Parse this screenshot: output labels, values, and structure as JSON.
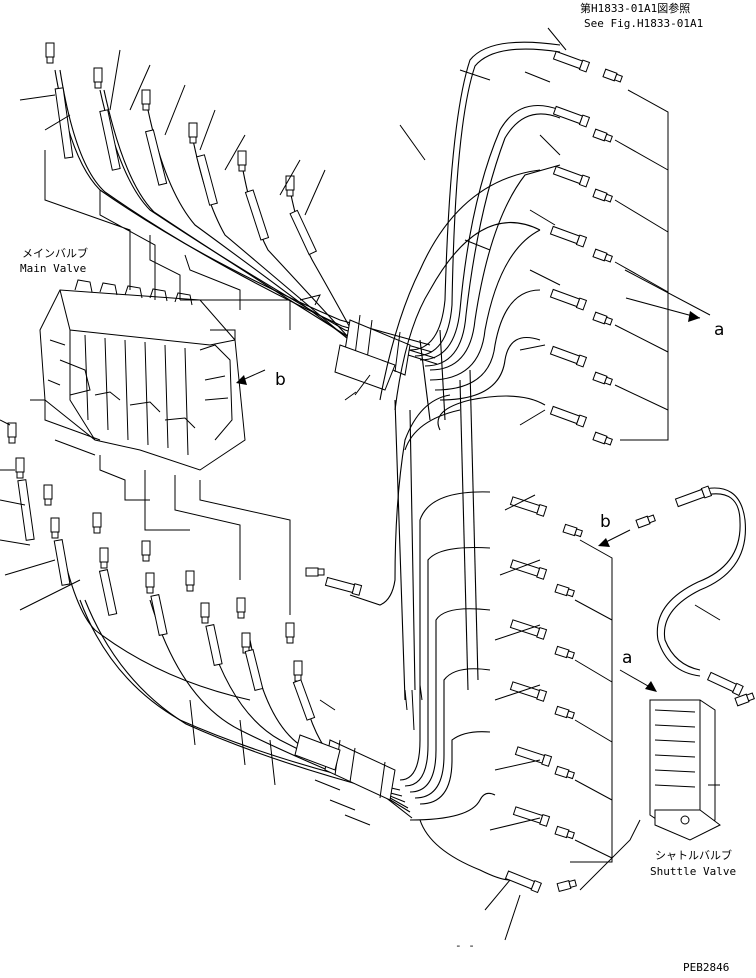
{
  "ref_note": {
    "line1": "第H1833-01A1図参照",
    "line2": "See Fig.H1833-01A1"
  },
  "labels": {
    "main_valve_jp": "メインバルブ",
    "main_valve_en": "Main Valve",
    "shuttle_valve_jp": "シャトルバルブ",
    "shuttle_valve_en": "Shuttle Valve",
    "marker_a": "a",
    "marker_b": "b",
    "page_code": "PEB2846",
    "bottom_mark": "- -"
  },
  "icons": [
    "hose-fitting-icon",
    "connector-icon",
    "clamp-icon",
    "arrow-icon"
  ]
}
